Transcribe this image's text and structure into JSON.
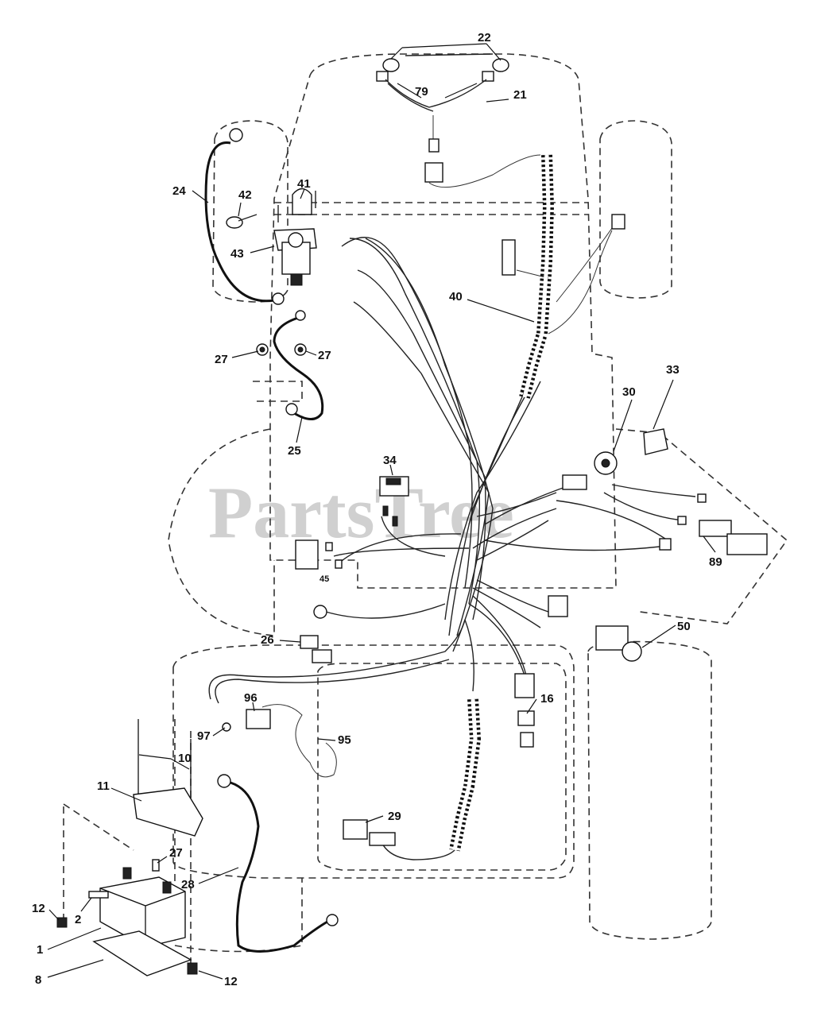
{
  "watermark": "PartsTree",
  "callouts": {
    "c1": "1",
    "c2": "2",
    "c8": "8",
    "c10": "10",
    "c11": "11",
    "c12a": "12",
    "c12b": "12",
    "c16": "16",
    "c21": "21",
    "c22": "22",
    "c24": "24",
    "c25": "25",
    "c26": "26",
    "c27a": "27",
    "c27b": "27",
    "c27c": "27",
    "c28": "28",
    "c29": "29",
    "c30": "30",
    "c33": "33",
    "c34": "34",
    "c40": "40",
    "c41": "41",
    "c42": "42",
    "c43": "43",
    "c45": "45",
    "c50": "50",
    "c79": "79",
    "c89": "89",
    "c95": "95",
    "c96": "96",
    "c97": "97"
  }
}
